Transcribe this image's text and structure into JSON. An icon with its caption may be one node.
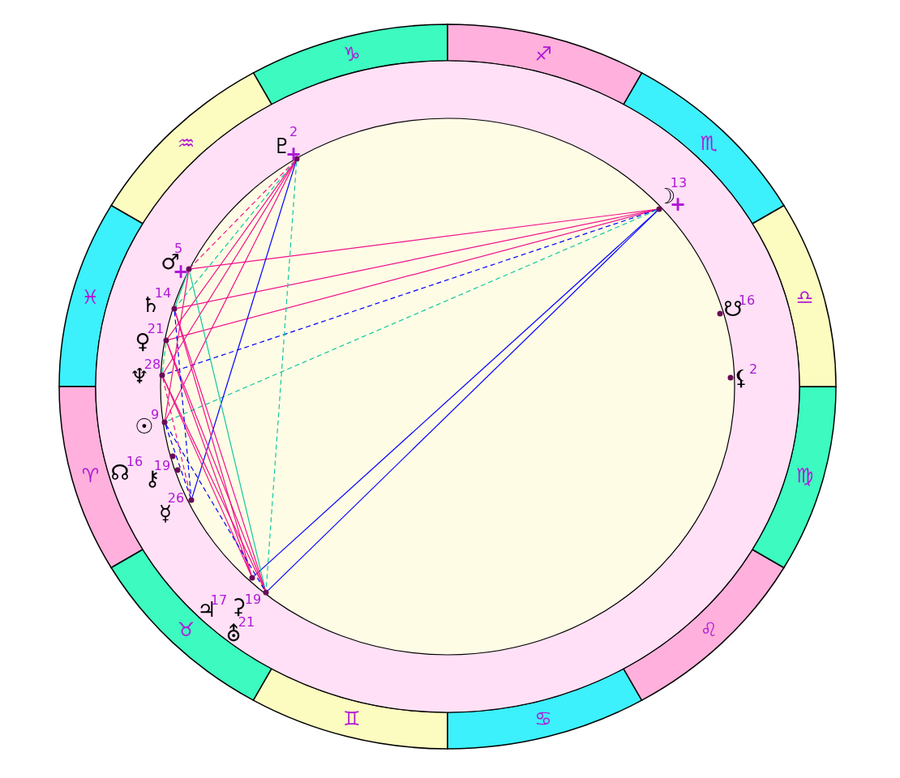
{
  "diagram": {
    "nodes": [
      {
        "text": [
          "♑"
        ]
      },
      {
        "text": [
          "♒"
        ]
      },
      {
        "text": [
          "♓"
        ]
      },
      {
        "text": [
          "♈"
        ]
      },
      {
        "text": [
          "♉"
        ]
      },
      {
        "text": [
          "♊"
        ]
      },
      {
        "text": [
          "♋"
        ]
      },
      {
        "text": [
          "♌"
        ]
      },
      {
        "text": [
          "♍"
        ]
      },
      {
        "text": [
          "♎"
        ]
      },
      {
        "text": [
          "♏"
        ]
      },
      {
        "text": [
          "♐"
        ]
      },
      {
        "text": [],
        "shape": "circle",
        "beside": [
          "♇",
          "2",
          "+"
        ]
      },
      {
        "text": [],
        "shape": "circle",
        "beside": [
          "☽",
          "13",
          "+"
        ]
      },
      {
        "text": [],
        "shape": "circle",
        "beside": [
          "☋",
          "16"
        ]
      },
      {
        "text": [],
        "shape": "circle",
        "beside": [
          "⚸",
          "2"
        ]
      },
      {
        "text": [],
        "shape": "circle",
        "beside": [
          "♂",
          "5",
          "+"
        ]
      },
      {
        "text": [],
        "shape": "circle",
        "beside": [
          "♄",
          "14"
        ]
      },
      {
        "text": [],
        "shape": "circle",
        "beside": [
          "♀",
          "21"
        ]
      },
      {
        "text": [],
        "shape": "circle",
        "beside": [
          "♆",
          "28"
        ]
      },
      {
        "text": [],
        "shape": "circle",
        "beside": [
          "☉",
          "9"
        ]
      },
      {
        "text": [],
        "shape": "circle",
        "beside": [
          "☊",
          "16"
        ]
      },
      {
        "text": [],
        "shape": "circle",
        "beside": [
          "⚷",
          "19"
        ]
      },
      {
        "text": [],
        "shape": "circle",
        "beside": [
          "☿",
          "26"
        ]
      },
      {
        "text": [],
        "shape": "circle",
        "beside": [
          "♃",
          "17"
        ]
      },
      {
        "text": [],
        "shape": "circle",
        "beside": [
          "⚳",
          "19"
        ]
      }
    ],
    "edges": [
      {
        "from": 13,
        "to": 16,
        "arrow": "none"
      },
      {
        "from": 13,
        "to": 17,
        "arrow": "none"
      },
      {
        "from": 13,
        "to": 18,
        "arrow": "none"
      },
      {
        "from": 13,
        "to": 19,
        "arrow": "none",
        "style": "dashed",
        "color": "#0000ff"
      },
      {
        "from": 13,
        "to": 20,
        "arrow": "none",
        "style": "dashed",
        "color": "#10c8a0"
      },
      {
        "from": 13,
        "to": 24,
        "arrow": "none",
        "color": "#0000ff"
      },
      {
        "from": 13,
        "to": 25,
        "arrow": "none",
        "color": "#0000ff"
      },
      {
        "from": 12,
        "to": 16,
        "arrow": "none",
        "style": "dashed"
      },
      {
        "from": 12,
        "to": 17,
        "arrow": "none",
        "style": "dashed",
        "color": "#10c8a0"
      },
      {
        "from": 12,
        "to": 18,
        "arrow": "none"
      },
      {
        "from": 12,
        "to": 19,
        "arrow": "none"
      },
      {
        "from": 12,
        "to": 20,
        "arrow": "none"
      },
      {
        "from": 12,
        "to": 23,
        "arrow": "none",
        "color": "#0000ff"
      },
      {
        "from": 12,
        "to": 25,
        "arrow": "none",
        "style": "dashed",
        "color": "#10c8a0"
      },
      {
        "from": 16,
        "to": 17,
        "arrow": "none",
        "color": "#10c8a0"
      },
      {
        "from": 16,
        "to": 25,
        "arrow": "none",
        "color": "#10c8a0"
      },
      {
        "from": 16,
        "to": 20,
        "arrow": "none"
      },
      {
        "from": 17,
        "to": 24,
        "arrow": "none"
      },
      {
        "from": 17,
        "to": 25,
        "arrow": "none"
      },
      {
        "from": 18,
        "to": 24,
        "arrow": "none"
      },
      {
        "from": 18,
        "to": 25,
        "arrow": "none"
      },
      {
        "from": 19,
        "to": 24,
        "arrow": "none"
      },
      {
        "from": 19,
        "to": 25,
        "arrow": "none"
      },
      {
        "from": 17,
        "to": 23,
        "arrow": "none",
        "style": "dashed",
        "color": "#0000ff"
      },
      {
        "from": 19,
        "to": 23,
        "arrow": "none",
        "style": "dashed"
      },
      {
        "from": 20,
        "to": 23,
        "arrow": "none",
        "style": "dashed",
        "color": "#0000ff"
      },
      {
        "from": 20,
        "to": 25,
        "arrow": "none",
        "style": "dashed",
        "color": "#0000ff"
      },
      {
        "from": 18,
        "to": 19,
        "arrow": "none",
        "style": "dashed",
        "color": "#10c8a0"
      }
    ],
    "labels": [
      "⛢",
      "21"
    ]
  }
}
